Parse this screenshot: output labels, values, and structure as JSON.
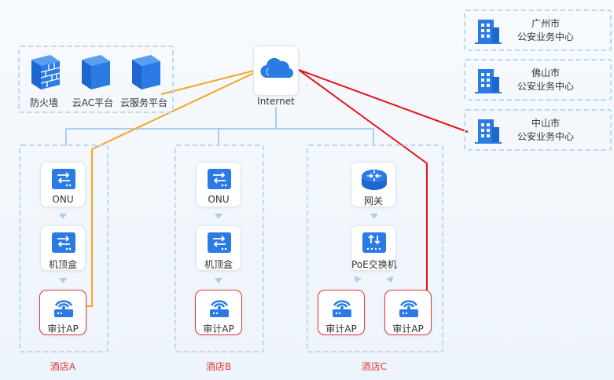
{
  "services": [
    {
      "label": "防火墙",
      "icon": "firewall-icon"
    },
    {
      "label": "云AC平台",
      "icon": "server-icon"
    },
    {
      "label": "云服务平台",
      "icon": "server-icon"
    }
  ],
  "internet": {
    "label": "Internet",
    "icon": "cloud-icon"
  },
  "cities": [
    {
      "line1": "广州市",
      "line2": "公安业务中心",
      "icon": "building-icon"
    },
    {
      "line1": "佛山市",
      "line2": "公安业务中心",
      "icon": "building-icon"
    },
    {
      "line1": "中山市",
      "line2": "公安业务中心",
      "icon": "building-icon"
    }
  ],
  "hotels": [
    {
      "name": "酒店A",
      "devices": [
        "ONU",
        "机顶盒",
        "审计AP"
      ]
    },
    {
      "name": "酒店B",
      "devices": [
        "ONU",
        "机顶盒",
        "审计AP"
      ]
    },
    {
      "name": "酒店C",
      "devices": [
        "网关",
        "PoE交换机",
        "审计AP",
        "审计AP"
      ]
    }
  ],
  "colors": {
    "orange_link": "#f5a623",
    "red_link": "#e2151b",
    "blue_line": "#a9cdf0",
    "dashed_border": "#bcd8f3",
    "icon_blue": "#2a7be4",
    "ap_border": "#e2383b"
  }
}
